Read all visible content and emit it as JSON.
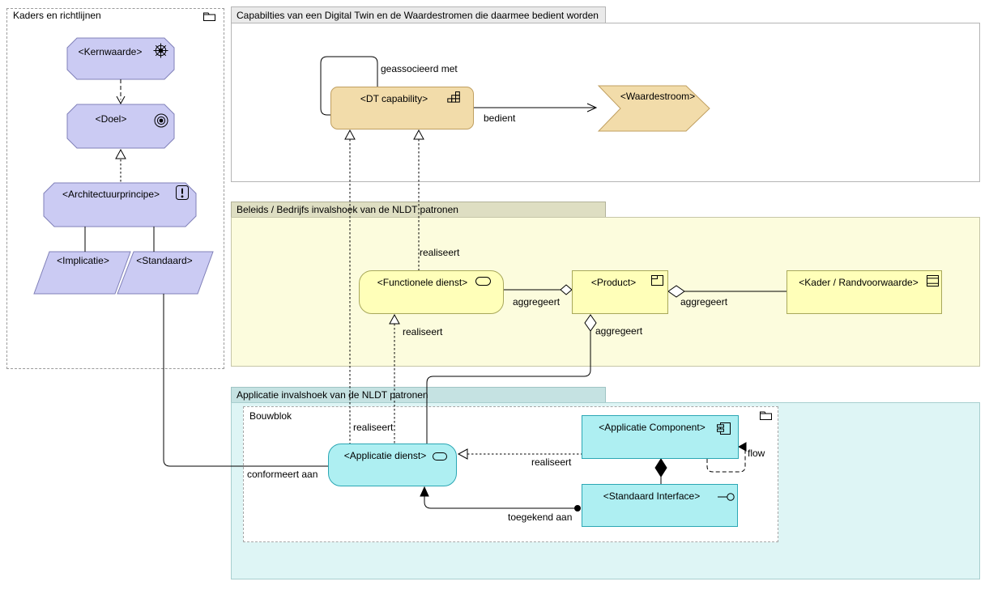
{
  "groups": {
    "kaders": {
      "title": "Kaders en richtlijnen"
    },
    "capabilities": {
      "title": "Capabilties van een Digital Twin en de Waardestromen die daarmee bedient worden"
    },
    "beleid": {
      "title": "Beleids / Bedrijfs invalshoek van de NLDT patronen"
    },
    "applicatie": {
      "title": "Applicatie invalshoek van de NLDT patronen"
    },
    "bouwblok": {
      "title": "Bouwblok"
    }
  },
  "elements": {
    "kernwaarde": {
      "label": "<Kernwaarde>",
      "icon": "driver-wheel-icon"
    },
    "doel": {
      "label": "<Doel>",
      "icon": "goal-bullseye-icon"
    },
    "architectuurprincipe": {
      "label": "<Architectuurprincipe>",
      "icon": "principle-exclamation-icon"
    },
    "implicatie": {
      "label": "<Implicatie>"
    },
    "standaard": {
      "label": "<Standaard>"
    },
    "dt_capability": {
      "label": "<DT capability>",
      "icon": "capability-stairs-icon"
    },
    "waardestroom": {
      "label": "<Waardestroom>"
    },
    "functionele_dienst": {
      "label": "<Functionele dienst>",
      "icon": "service-pill-icon"
    },
    "product": {
      "label": "<Product>",
      "icon": "product-icon"
    },
    "kader_randvoorwaarde": {
      "label": "<Kader / Randvoorwaarde>",
      "icon": "contract-icon"
    },
    "applicatie_dienst": {
      "label": "<Applicatie dienst>",
      "icon": "service-pill-icon"
    },
    "applicatie_component": {
      "label": "<Applicatie Component>",
      "icon": "component-icon"
    },
    "standaard_interface": {
      "label": "<Standaard Interface>",
      "icon": "interface-lollipop-icon"
    }
  },
  "relations": {
    "geassocieerd_met": "geassocieerd met",
    "bedient": "bedient",
    "realiseert_fd_dt": "realiseert",
    "realiseert_ad_dt": "realiseert",
    "realiseert_ad_fd": "realiseert",
    "realiseert_ac_ad": "realiseert",
    "aggregeert_fd_p": "aggregeert",
    "aggregeert_k_p": "aggregeert",
    "aggregeert_p_ad": "aggregeert",
    "toegekend_aan": "toegekend aan",
    "conformeert_aan": "conformeert aan",
    "flow": "flow"
  },
  "colors": {
    "motivation_fill": "#cbcbf3",
    "motivation_border": "#8080b8",
    "business_fill": "#ffffb9",
    "business_border": "#a8a85a",
    "application_fill": "#aeeff2",
    "application_border": "#2ba7b4",
    "capability_fill": "#f2dcaa",
    "capability_border": "#c09f60",
    "group_yellow_body": "#fcfcdd",
    "group_yellow_header": "#dedec2",
    "group_cyan_body": "#def5f5",
    "group_cyan_header": "#c5e2e2",
    "group_gray_header": "#eaeaea"
  }
}
